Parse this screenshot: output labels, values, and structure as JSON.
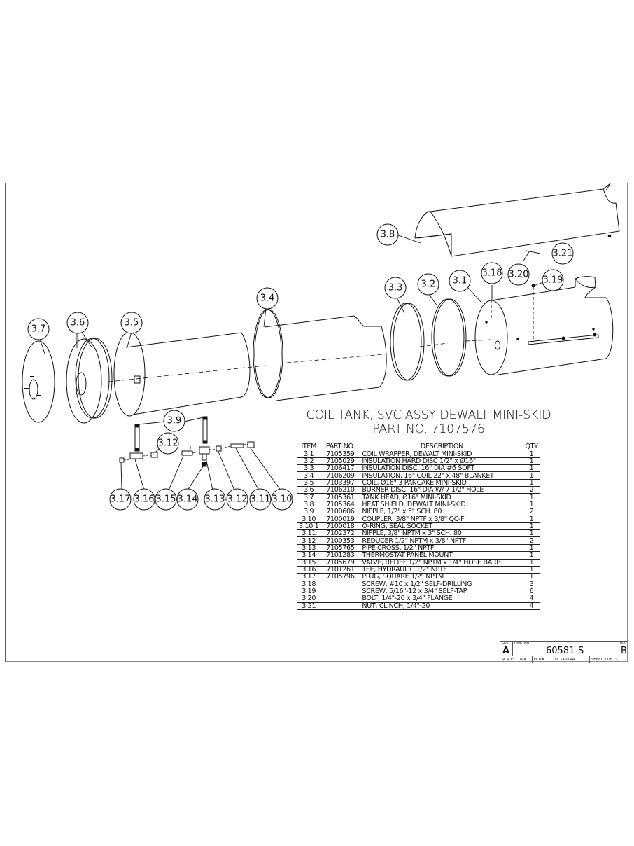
{
  "title": {
    "line1": "COIL TANK, SVC ASSY DEWALT MINI-SKID",
    "line2": "PART NO. 7107576"
  },
  "bom": {
    "headers": {
      "item": "ITEM",
      "part_no": "PART NO.",
      "description": "DESCRIPTION",
      "qty": "QTY"
    },
    "rows": [
      {
        "item": "3.1",
        "part_no": "7105359",
        "description": "COIL WRAPPER, DEWALT MINI-SKID",
        "qty": "1"
      },
      {
        "item": "3.2",
        "part_no": "7105029",
        "description": "INSULATION HARD DISC 1/2\" x Ø16\"",
        "qty": "1"
      },
      {
        "item": "3.3",
        "part_no": "7106417",
        "description": "INSULATION DISC, 16\" DIA #6 SOFT",
        "qty": "1"
      },
      {
        "item": "3.4",
        "part_no": "7106209",
        "description": "INSULATION, 16\" COIL 22\" x 48\" BLANKET",
        "qty": "1"
      },
      {
        "item": "3.5",
        "part_no": "7103397",
        "description": "COIL, Ø16\" 3 PANCAKE MINI-SKID",
        "qty": "1"
      },
      {
        "item": "3.6",
        "part_no": "7106210",
        "description": "BURNER DISC, 16\" DIA W/ 7 1/2\" HOLE",
        "qty": "2"
      },
      {
        "item": "3.7",
        "part_no": "7105361",
        "description": "TANK HEAD, Ø16\" MINI-SKID",
        "qty": "1"
      },
      {
        "item": "3.8",
        "part_no": "7105364",
        "description": "HEAT SHIELD, DEWALT MINI-SKID",
        "qty": "1"
      },
      {
        "item": "3.9",
        "part_no": "7100606",
        "description": "NIPPLE, 1/2\" x 5\" SCH. 80",
        "qty": "2"
      },
      {
        "item": "3.10",
        "part_no": "7100019",
        "description": "COUPLER, 3/8\" NPTF x 3/8\" QC-F",
        "qty": "1"
      },
      {
        "item": "3.10.1",
        "part_no": "7100018",
        "description": "O-RING, SEAL SOCKET",
        "qty": "1"
      },
      {
        "item": "3.11",
        "part_no": "7102372",
        "description": "NIPPLE, 3/8\" NPTM x 3\" SCH. 80",
        "qty": "1"
      },
      {
        "item": "3.12",
        "part_no": "7100353",
        "description": "REDUCER 1/2\" NPTM x 3/8\" NPTF",
        "qty": "2"
      },
      {
        "item": "3.13",
        "part_no": "7105765",
        "description": "PIPE CROSS, 1/2\" NPTF",
        "qty": "1"
      },
      {
        "item": "3.14",
        "part_no": "7101283",
        "description": "THERMOSTAT PANEL MOUNT",
        "qty": "1"
      },
      {
        "item": "3.15",
        "part_no": "7105679",
        "description": "VALVE, RELIEF 1/2\" NPTM x 1/4\" HOSE BARB",
        "qty": "1"
      },
      {
        "item": "3.16",
        "part_no": "7101261",
        "description": "TEE, HYDRAULIC 1/2\" NPTF",
        "qty": "1"
      },
      {
        "item": "3.17",
        "part_no": "7105796",
        "description": "PLUG, SQUARE 1/2\" NPTM",
        "qty": "1"
      },
      {
        "item": "3.18",
        "part_no": "",
        "description": "SCREW, #10 x 1/2\" SELF-DRILLING",
        "qty": "3"
      },
      {
        "item": "3.19",
        "part_no": "",
        "description": "SCREW, 5/16\"-12 x 3/4\" SELF-TAP",
        "qty": "6"
      },
      {
        "item": "3.20",
        "part_no": "",
        "description": "BOLT, 1/4\"-20 x 3/4\" FLANGE",
        "qty": "4"
      },
      {
        "item": "3.21",
        "part_no": "",
        "description": "NUT, CLINCH, 1/4\"-20",
        "qty": "4"
      }
    ]
  },
  "balloons": {
    "b3_1": "3.1",
    "b3_2": "3.2",
    "b3_3": "3.3",
    "b3_4": "3.4",
    "b3_5": "3.5",
    "b3_6": "3.6",
    "b3_7": "3.7",
    "b3_8": "3.8",
    "b3_9": "3.9",
    "b3_10": "3.10",
    "b3_11": "3.11",
    "b3_12a": "3.12",
    "b3_12b": "3.12",
    "b3_13": "3.13",
    "b3_14": "3.14",
    "b3_15": "3.15",
    "b3_16": "3.16",
    "b3_17": "3.17",
    "b3_18": "3.18",
    "b3_19": "3.19",
    "b3_20": "3.20",
    "b3_21": "3.21"
  },
  "title_block": {
    "size_label": "SIZE",
    "size": "A",
    "dwg_no_label": "DWG. NO.",
    "dwg_no": "60581-S",
    "rev_label": "REV.",
    "rev": "B",
    "scale_label": "SCALE:",
    "scale": "N/A",
    "ecn_label": "ECN#",
    "ecn": "DC14-0044",
    "sheet": "SHEET 3 OF 12"
  }
}
